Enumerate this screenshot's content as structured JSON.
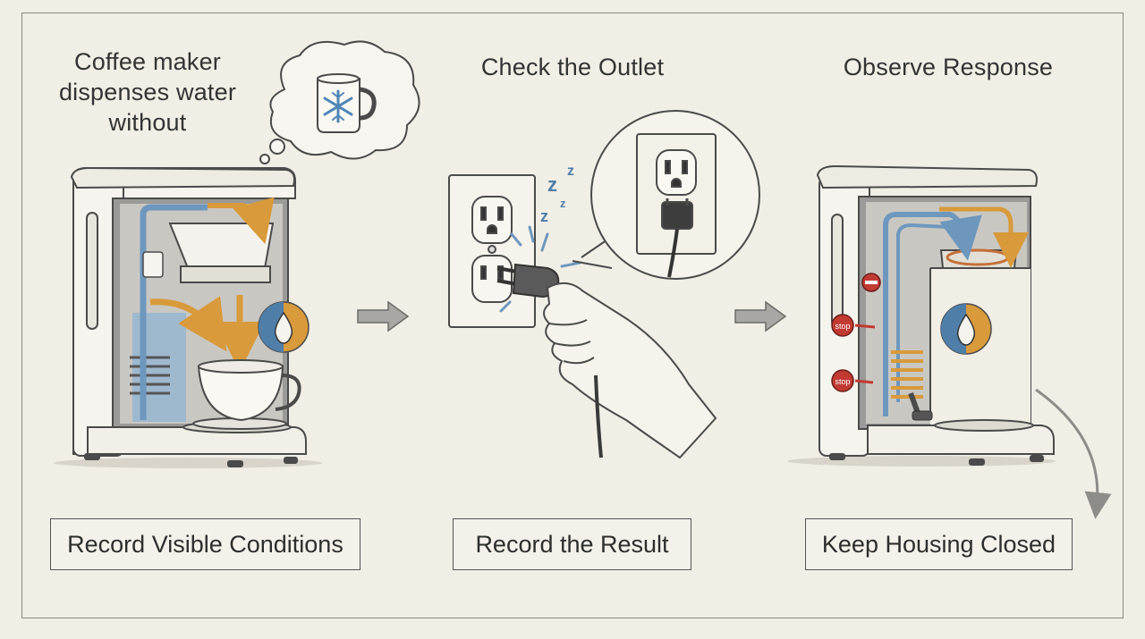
{
  "panels": [
    {
      "heading_lines": [
        "Coffee maker",
        "dispenses water",
        "without"
      ],
      "caption": "Record Visible Conditions"
    },
    {
      "heading": "Check the Outlet",
      "caption": "Record the Result",
      "sleep_glyphs": [
        "z",
        "z",
        "z",
        "z"
      ]
    },
    {
      "heading": "Observe Response",
      "caption": "Keep Housing Closed",
      "stop_labels": [
        "stop",
        "stop"
      ]
    }
  ],
  "colors": {
    "background": "#f1eee6",
    "line": "#4a4a4a",
    "cold_water": "#6e97bd",
    "hot_water": "#d89a3a",
    "stop_red": "#c23a32",
    "arrow_gray": "#8e8c88"
  },
  "icons": [
    "snowflake-icon",
    "water-drop-icon",
    "stop-icon",
    "no-entry-icon"
  ]
}
